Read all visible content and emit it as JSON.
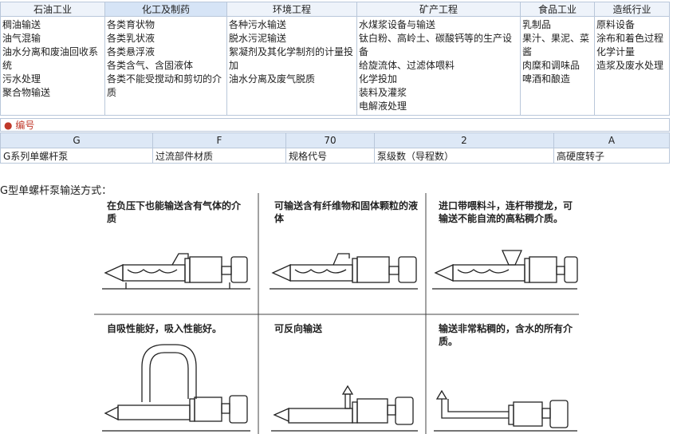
{
  "industries": [
    {
      "name": "石油工业",
      "items": [
        "稠油输送",
        "油气混输",
        "油水分离和废油回收系统",
        "污水处理",
        "聚合物输送"
      ]
    },
    {
      "name": "化工及制药",
      "items": [
        "各类育状物",
        "各类乳状液",
        "各类悬浮液",
        "各类含气、含固液体",
        "各类不能受搅动和剪切的介质"
      ]
    },
    {
      "name": "环境工程",
      "items": [
        "各种污水输送",
        "脱水污泥输送",
        "絮凝剂及其化学制剂的计量投加",
        "油水分离及废气脱质"
      ]
    },
    {
      "name": "矿产工程",
      "items": [
        "水煤浆设备与输送",
        "钛白粉、高岭土、碳酸钙等的生产设备",
        "给旋流体、过滤体喂料",
        "化学投加",
        "装料及灌浆",
        "电解液处理"
      ]
    },
    {
      "name": "食品工业",
      "items": [
        "乳制品",
        "果汁、果泥、菜酱",
        "肉糜和调味品",
        "啤酒和酿造"
      ]
    },
    {
      "name": "造纸行业",
      "items": [
        "原料设备",
        "涂布和着色过程",
        "化学计量",
        "造浆及废水处理"
      ]
    }
  ],
  "code_section": {
    "title": "编号",
    "codes": [
      "G",
      "F",
      "70",
      "2",
      "A"
    ],
    "meanings": [
      "G系列单螺杆泵",
      "过流部件材质",
      "规格代号",
      "泵级数（导程数）",
      "高硬度转子"
    ]
  },
  "section_heading": "G型单螺杆泵输送方式：",
  "figure": {
    "captions": [
      "在负压下也能输送含有气体的介质",
      "可输送含有纤维物和固体颗粒的液体",
      "进口带喂料斗，连杆带搅龙，可输送不能自流的高粘稠介质。",
      "自吸性能好，吸入性能好。",
      "可反向输送",
      "输送非常粘稠的，含水的所有介质。"
    ]
  }
}
